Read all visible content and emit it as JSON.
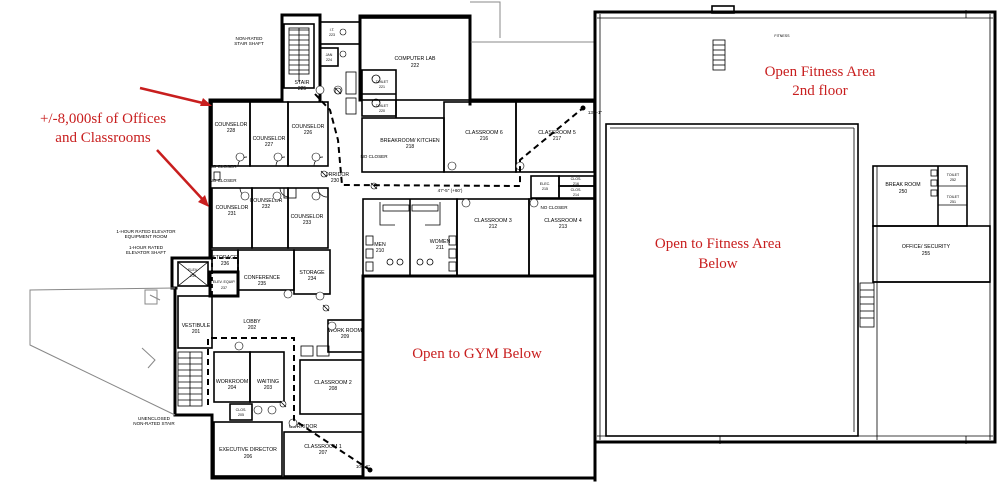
{
  "annotations": {
    "offices": [
      "+/-8,000sf of Offices",
      "and Classrooms"
    ],
    "fitness_2nd": [
      "Open Fitness Area",
      "2nd floor"
    ],
    "fitness_below": [
      "Open to Fitness Area",
      "Below"
    ],
    "gym_below": "Open to GYM Below",
    "arrow_color": "#c81e1e"
  },
  "notes": {
    "stair_shaft": [
      "NON-RATED",
      "STAIR SHAFT"
    ],
    "elevator_equip": [
      "1-HOUR RATED ELEVATOR",
      "EQUIPMENT ROOM"
    ],
    "elevator_shaft": [
      "1-HOUR RATED",
      "ELEVATOR SHAFT"
    ],
    "enclosed_stair": [
      "UNENCLOSED",
      "NON-RATED STAIR"
    ],
    "no_closer_1": "NO CLOSER",
    "no_closer_2": "NO CLOSER",
    "no_closer_3": "NO CLOSER",
    "no_closer_4": "NO CLOSER",
    "dim_1": "137'-1\"",
    "dim_2": "47'-5\" (+60')",
    "dim_3": "106'-8\"",
    "fitness_tag": "FITNESS"
  },
  "rooms": {
    "computer_lab": {
      "name": "COMPUTER LAB",
      "num": "222"
    },
    "stair_225": {
      "name": "STAIR",
      "num": "225"
    },
    "it_223": {
      "name": "I.T.",
      "num": "223"
    },
    "jan_224": {
      "name": "JAN",
      "num": "224"
    },
    "toilet_221": {
      "name": "TOILET",
      "num": "221"
    },
    "toilet_220": {
      "name": "TOILET",
      "num": "220"
    },
    "counselor_228": {
      "name": "COUNSELOR",
      "num": "228"
    },
    "counselor_227": {
      "name": "COUNSELOR",
      "num": "227"
    },
    "counselor_226": {
      "name": "COUNSELOR",
      "num": "226"
    },
    "counselor_231": {
      "name": "COUNSELOR",
      "num": "231"
    },
    "counselor_232": {
      "name": "COUNSELOR",
      "num": "232"
    },
    "counselor_233": {
      "name": "COUNSELOR",
      "num": "233"
    },
    "breakroom": {
      "name": "BREAKROOM/ KITCHEN",
      "num": "218"
    },
    "classroom_6": {
      "name": "CLASSROOM 6",
      "num": "216"
    },
    "classroom_5": {
      "name": "CLASSROOM 5",
      "num": "217"
    },
    "corridor_230": {
      "name": "CORRIDOR",
      "num": "230"
    },
    "elec": {
      "name": "ELEC.",
      "num": "215"
    },
    "clos_216": {
      "name": "CLOS.",
      "num": "216"
    },
    "clos_214": {
      "name": "CLOS.",
      "num": "214"
    },
    "classroom_3": {
      "name": "CLASSROOM 3",
      "num": "212"
    },
    "classroom_4": {
      "name": "CLASSROOM 4",
      "num": "213"
    },
    "men": {
      "name": "MEN",
      "num": "210"
    },
    "women": {
      "name": "WOMEN",
      "num": "211"
    },
    "storage_236": {
      "name": "STORAGE",
      "num": "236"
    },
    "conference": {
      "name": "CONFERENCE",
      "num": "235"
    },
    "storage_234": {
      "name": "STORAGE",
      "num": "234"
    },
    "elev_239": {
      "name": "ELEV.",
      "num": "239"
    },
    "elev_equip": {
      "name": "ELEV. EQUIP.",
      "num": "237"
    },
    "vestibule": {
      "name": "VESTIBULE",
      "num": "201"
    },
    "lobby": {
      "name": "LOBBY",
      "num": "202"
    },
    "work_room": {
      "name": "WORK ROOM",
      "num": "209"
    },
    "workroom_204": {
      "name": "WORKROOM",
      "num": "204"
    },
    "waiting": {
      "name": "WAITING",
      "num": "203"
    },
    "classroom_2": {
      "name": "CLASSROOM 2",
      "num": "208"
    },
    "clos_205": {
      "name": "CLOS.",
      "num": "205"
    },
    "corridor_lower": {
      "name": "CORRIDOR",
      "num": ""
    },
    "classroom_1": {
      "name": "CLASSROOM 1",
      "num": "207"
    },
    "executive_director": {
      "name": "EXECUTIVE DIRECTOR",
      "num": "206"
    },
    "break_room_r": {
      "name": "BREAK ROOM",
      "num": "250"
    },
    "toilet_252": {
      "name": "TOILET",
      "num": "252"
    },
    "toilet_251": {
      "name": "TOILET",
      "num": "251"
    },
    "office_security": {
      "name": "OFFICE/ SECURITY",
      "num": "255"
    }
  }
}
